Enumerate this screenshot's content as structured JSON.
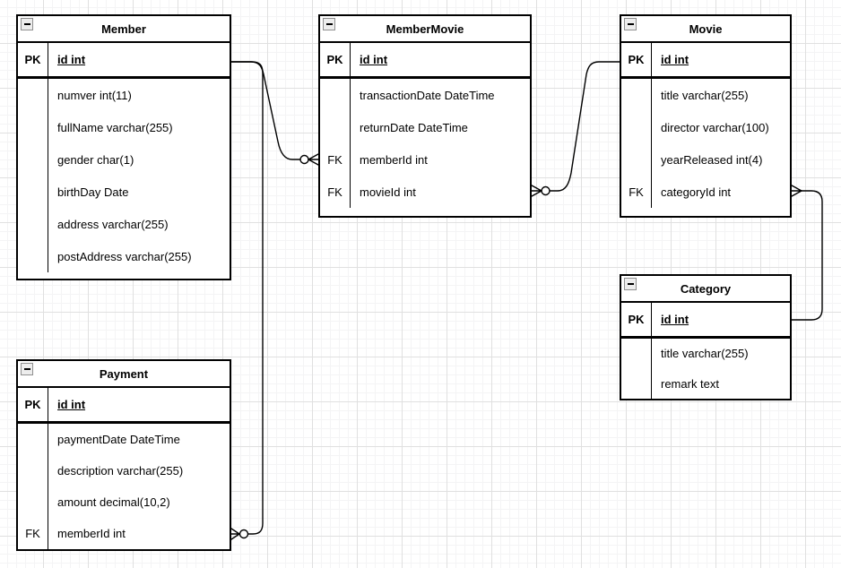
{
  "diagram_type": "entity-relationship",
  "colors": {
    "table_border": "#000000",
    "table_background": "#ffffff",
    "edge": "#000000",
    "grid_major": "#e0e0e0",
    "grid_minor": "#f4f4f5",
    "collapse_icon_bg": "#ededed",
    "collapse_icon_border": "#8f8f8f"
  },
  "icons": {
    "collapse": "minus-box"
  },
  "tables": [
    {
      "name": "Member",
      "rows": [
        {
          "key": "PK",
          "label": "id int"
        },
        {
          "key": "",
          "label": "numver int(11)"
        },
        {
          "key": "",
          "label": "fullName varchar(255)"
        },
        {
          "key": "",
          "label": "gender char(1)"
        },
        {
          "key": "",
          "label": "birthDay Date"
        },
        {
          "key": "",
          "label": "address varchar(255)"
        },
        {
          "key": "",
          "label": "postAddress varchar(255)"
        }
      ]
    },
    {
      "name": "MemberMovie",
      "rows": [
        {
          "key": "PK",
          "label": "id int"
        },
        {
          "key": "",
          "label": "transactionDate DateTime"
        },
        {
          "key": "",
          "label": "returnDate DateTime"
        },
        {
          "key": "FK",
          "label": "memberId int"
        },
        {
          "key": "FK",
          "label": "movieId int"
        }
      ]
    },
    {
      "name": "Movie",
      "rows": [
        {
          "key": "PK",
          "label": "id int"
        },
        {
          "key": "",
          "label": "title varchar(255)"
        },
        {
          "key": "",
          "label": "director varchar(100)"
        },
        {
          "key": "",
          "label": "yearReleased int(4)"
        },
        {
          "key": "FK",
          "label": "categoryId int"
        }
      ]
    },
    {
      "name": "Category",
      "rows": [
        {
          "key": "PK",
          "label": "id int"
        },
        {
          "key": "",
          "label": "title varchar(255)"
        },
        {
          "key": "",
          "label": "remark text"
        }
      ]
    },
    {
      "name": "Payment",
      "rows": [
        {
          "key": "PK",
          "label": "id int"
        },
        {
          "key": "",
          "label": "paymentDate DateTime"
        },
        {
          "key": "",
          "label": "description varchar(255)"
        },
        {
          "key": "",
          "label": "amount decimal(10,2)"
        },
        {
          "key": "FK",
          "label": "memberId int"
        }
      ]
    }
  ],
  "relationships": [
    {
      "from": "Member.id",
      "to": "MemberMovie.memberId",
      "from_marker": "none",
      "to_marker": "zero-or-many"
    },
    {
      "from": "Movie.id",
      "to": "MemberMovie.movieId",
      "from_marker": "none",
      "to_marker": "zero-or-many"
    },
    {
      "from": "Movie.categoryId",
      "to": "Category.id",
      "from_marker": "many",
      "to_marker": "none"
    },
    {
      "from": "Member.id",
      "to": "Payment.memberId",
      "from_marker": "none",
      "to_marker": "zero-or-many"
    }
  ]
}
